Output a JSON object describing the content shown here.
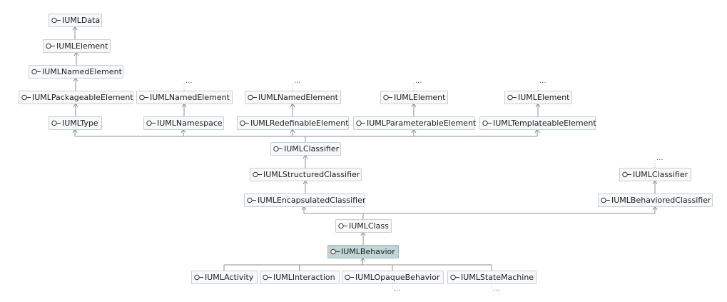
{
  "nodes": {
    "uml_data": "IUMLData",
    "uml_element": "IUMLElement",
    "uml_named_element": "IUMLNamedElement",
    "uml_packageable_element": "IUMLPackageableElement",
    "uml_type": "IUMLType",
    "named_element_b": "IUMLNamedElement",
    "uml_namespace": "IUMLNamespace",
    "named_element_c": "IUMLNamedElement",
    "uml_redefinable_element": "IUMLRedefinableElement",
    "element_d": "IUMLElement",
    "uml_parameterable_element": "IUMLParameterableElement",
    "element_e": "IUMLElement",
    "uml_templateable_element": "IUMLTemplateableElement",
    "uml_classifier": "IUMLClassifier",
    "uml_structured_classifier": "IUMLStructuredClassifier",
    "uml_encapsulated_classifier": "IUMLEncapsulatedClassifier",
    "classifier_f": "IUMLClassifier",
    "uml_behaviored_classifier": "IUMLBehavioredClassifier",
    "uml_class": "IUMLClass",
    "uml_behavior": "IUMLBehavior",
    "uml_activity": "IUMLActivity",
    "uml_interaction": "IUMLInteraction",
    "uml_opaque_behavior": "IUMLOpaqueBehavior",
    "uml_state_machine": "IUMLStateMachine"
  },
  "ellipsis": "..."
}
